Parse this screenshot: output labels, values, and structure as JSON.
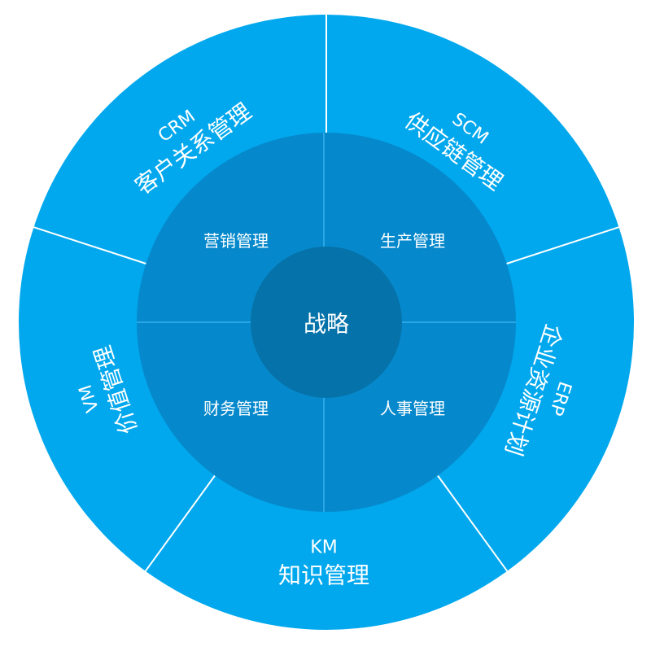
{
  "colors": {
    "outer": "#01a8ee",
    "middle": "#0689cc",
    "inner": "#0572a9",
    "divider_outer": "#ffffff",
    "divider_middle": "#2aa6e4"
  },
  "center": {
    "label": "战略"
  },
  "middle_ring": [
    {
      "label": "营销管理"
    },
    {
      "label": "生产管理"
    },
    {
      "label": "财务管理"
    },
    {
      "label": "人事管理"
    }
  ],
  "outer_ring": [
    {
      "abbr": "CRM",
      "name": "客户关系管理"
    },
    {
      "abbr": "SCM",
      "name": "供应链管理"
    },
    {
      "abbr": "ERP",
      "name": "企业资源计划"
    },
    {
      "abbr": "KM",
      "name": "知识管理"
    },
    {
      "abbr": "VM",
      "name": "价值管理"
    }
  ]
}
